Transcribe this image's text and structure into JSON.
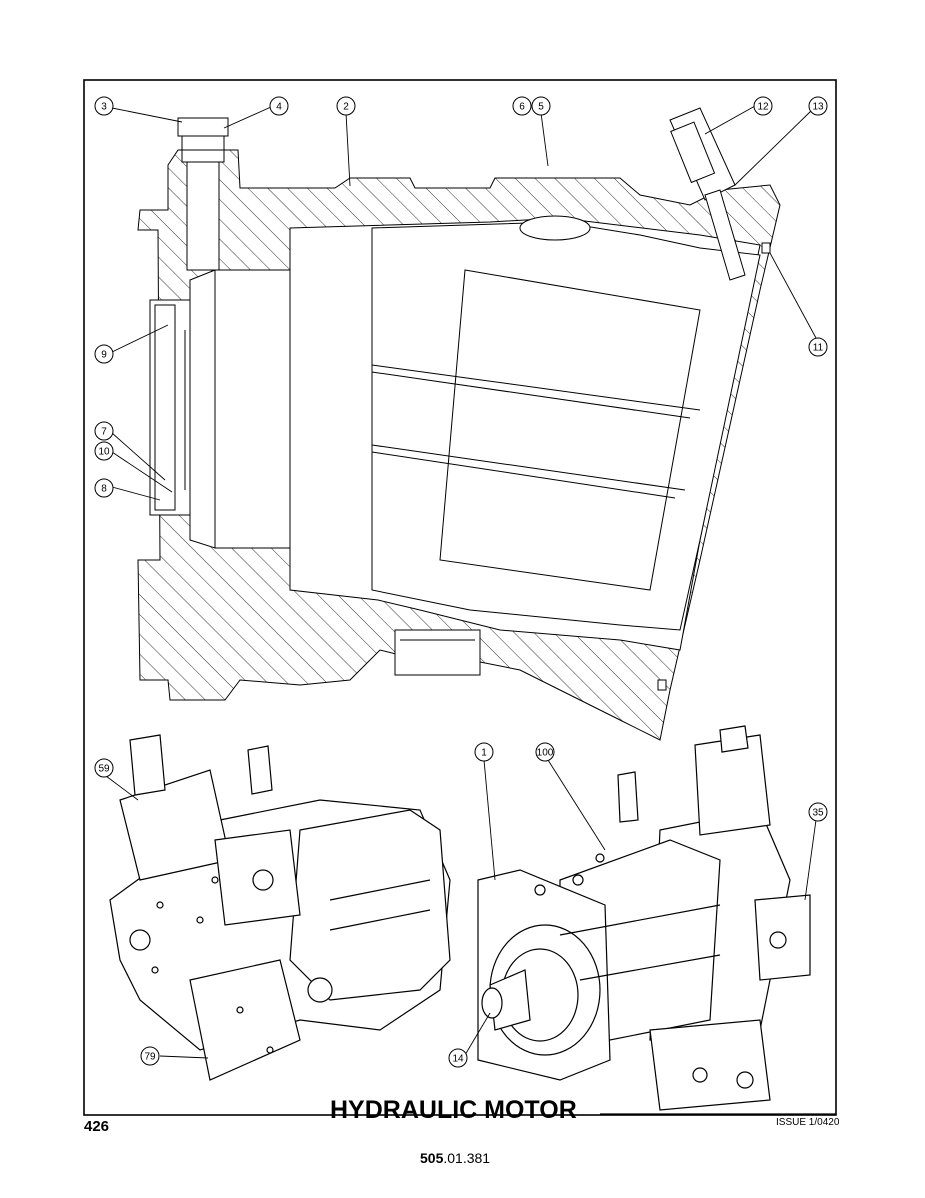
{
  "page": {
    "number": "426",
    "title": "HYDRAULIC MOTOR",
    "issue": "ISSUE 1/0420",
    "part_number_bold": "505",
    "part_number_rest": ".01.381"
  },
  "callouts": [
    "3",
    "4",
    "2",
    "6",
    "5",
    "12",
    "13",
    "11",
    "9",
    "7",
    "10",
    "8",
    "59",
    "1",
    "100",
    "35",
    "14",
    "79"
  ]
}
